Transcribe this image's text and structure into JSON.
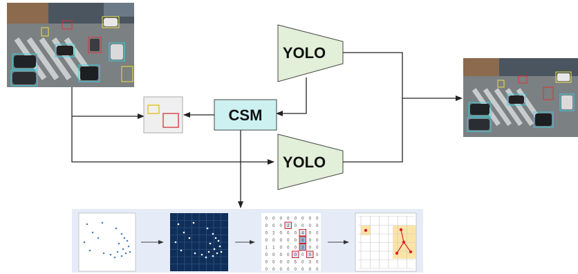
{
  "blocks": {
    "yolo_top": {
      "label": "YOLO"
    },
    "yolo_bottom": {
      "label": "YOLO"
    },
    "csm": {
      "label": "CSM"
    }
  },
  "images": {
    "input": {
      "kind": "street-traffic-photo"
    },
    "output": {
      "kind": "street-traffic-photo-detections"
    }
  },
  "pipeline": {
    "grid_numbers": [
      "0",
      "0",
      "0",
      "0",
      "0",
      "0",
      "0",
      "0",
      "0",
      "0",
      "0",
      "2",
      "0",
      "0",
      "0",
      "0",
      "0",
      "2",
      "0",
      "0",
      "0",
      "4",
      "0",
      "0",
      "0",
      "0",
      "0",
      "0",
      "0",
      "6",
      "0",
      "0",
      "1",
      "1",
      "0",
      "0",
      "0",
      "3",
      "0",
      "0",
      "0",
      "0",
      "0",
      "0",
      "0",
      "0",
      "0",
      "0",
      "0",
      "0",
      "0",
      "0",
      "5",
      "0",
      "3",
      "0",
      "0",
      "0",
      "0",
      "0",
      "0",
      "0",
      "0",
      "0"
    ]
  },
  "colors": {
    "trapezoid_fill": "#e2efd9",
    "csm_fill": "#ccf1f0",
    "strip_bg": "#e6ecf7",
    "dark_grid": "#0f2f5a",
    "highlight": "#fbe4a6",
    "red": "#d2232a"
  }
}
